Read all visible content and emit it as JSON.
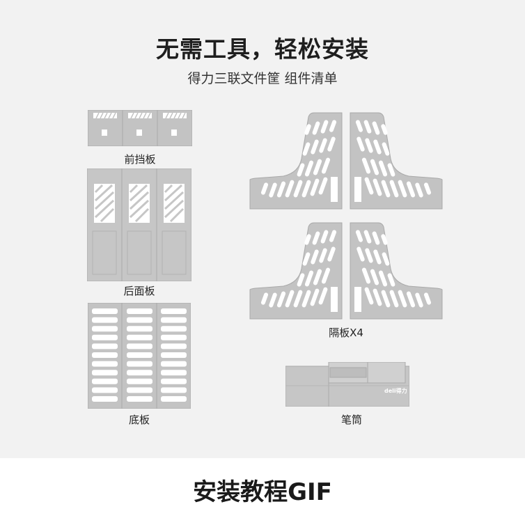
{
  "header": {
    "title": "无需工具，轻松安装",
    "subtitle": "得力三联文件筐  组件清单"
  },
  "parts": {
    "front_panel": "前挡板",
    "back_panel": "后面板",
    "bottom_panel": "底板",
    "dividers": "隔板X4",
    "pen_holder": "笔筒"
  },
  "brand_mark": "deli得力",
  "footer": {
    "title": "安装教程GIF"
  },
  "colors": {
    "background": "#f2f2f2",
    "part_gray": "#c3c3c3",
    "part_edge": "#a9a9a9",
    "hole": "#ffffff"
  }
}
